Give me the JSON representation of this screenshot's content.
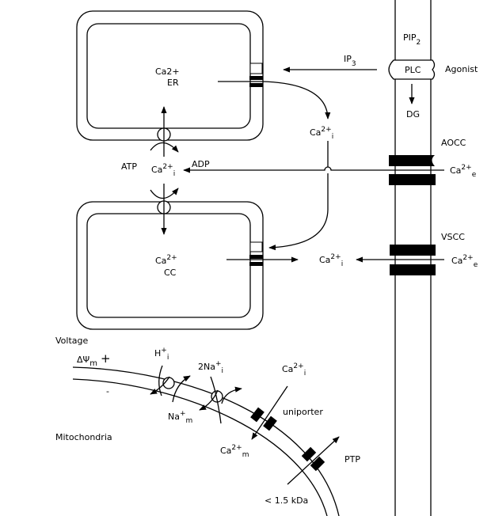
{
  "colors": {
    "ink": "#000000",
    "background": "#ffffff"
  },
  "labels": {
    "pip": {
      "base": "PIP",
      "sub": "2"
    },
    "plc": "PLC",
    "agonist": "Agonist",
    "ip": {
      "base": "IP",
      "sub": "3"
    },
    "dg": "DG",
    "aocc": "AOCC",
    "vscc": "VSCC",
    "ca_e_1": {
      "base": "Ca",
      "sup": "2+",
      "sub": "e"
    },
    "ca_e_2": {
      "base": "Ca",
      "sup": "2+",
      "sub": "e"
    },
    "ca_i_mid": {
      "base": "Ca",
      "sup": "2+",
      "sub": "i"
    },
    "ca_i_low": {
      "base": "Ca",
      "sup": "2+",
      "sub": "i"
    },
    "ca_i_pump": {
      "base": "Ca",
      "sup": "2+",
      "sub": "i"
    },
    "er": {
      "top": "Ca2+",
      "bottom": "ER",
      "base": "Ca",
      "sup": "2+"
    },
    "cc": {
      "base": "Ca",
      "sup": "2+",
      "bottom": "CC"
    },
    "atp": "ATP",
    "adp": "ADP",
    "voltage": "Voltage",
    "delta_psi": {
      "base": "ΔΨ",
      "sub": "m",
      "plus": "+"
    },
    "minus": "-",
    "h_i": {
      "base": "H",
      "sup": "+",
      "sub": "i"
    },
    "na_i": {
      "base": "2Na",
      "sup": "+",
      "sub": "i"
    },
    "na_m": {
      "base": "Na",
      "sup": "+",
      "sub": "m"
    },
    "ca_i_mito": {
      "base": "Ca",
      "sup": "2+",
      "sub": "i"
    },
    "ca_m": {
      "base": "Ca",
      "sup": "2+",
      "sub": "m"
    },
    "uniporter": "uniporter",
    "ptp": "PTP",
    "kda": "< 1.5 kDa",
    "mitochondria": "Mitochondria"
  }
}
